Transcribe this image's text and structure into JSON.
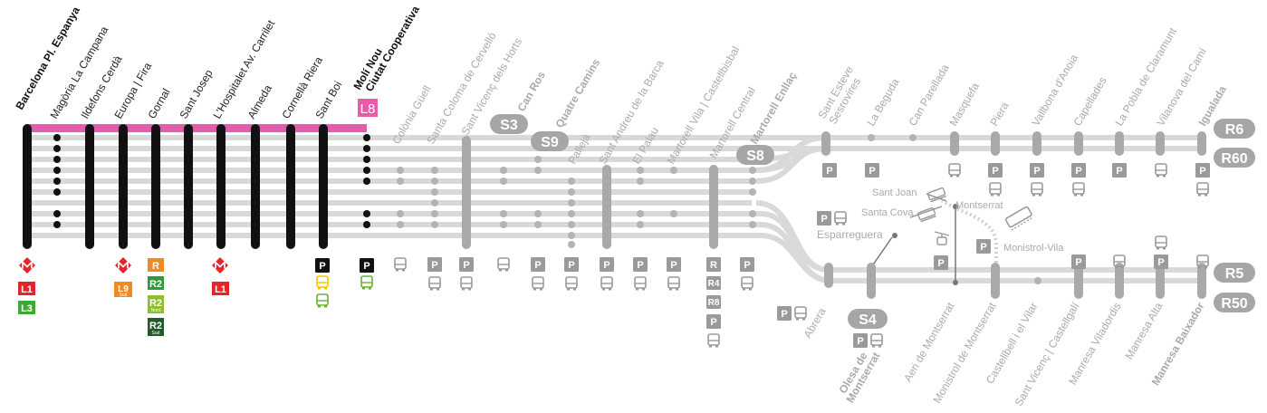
{
  "colors": {
    "track": "#d9d9d9",
    "bar_black": "#111111",
    "bar_grey": "#a9a9a9",
    "l8_pink": "#e65cad",
    "dot_grey": "#b3b3b3",
    "icon_grey": "#9a9a9a",
    "metro_red": "#e3242b",
    "l1_red": "#e3242b",
    "l3_green": "#3aaa35",
    "l9_orange": "#f08a24",
    "r_orange": "#f08a24",
    "r2_green": "#2e9a3a",
    "r2n_lime": "#8bbf2e",
    "r2s_dark": "#245a2a",
    "bus_yellow": "#f5c400",
    "bus_green": "#6ab02e"
  },
  "stations": {
    "s1": "Barcelona Pl. Espanya",
    "s2": "Magòria La Campana",
    "s3": "Ildefons Cerdà",
    "s4": "Europa | Fira",
    "s5": "Gornal",
    "s6": "Sant Josep",
    "s7": "L'Hospitalet Av. Carrilet",
    "s8": "Almeda",
    "s9": "Cornellà Riera",
    "s10": "Sant Boi",
    "s11_a": "Molí Nou",
    "s11_b": "Ciutat Cooperativa",
    "s12": "Colònia Güell",
    "s13": "Santa Coloma de Cervelló",
    "s14": "Sant Vicenç dels Horts",
    "s15": "Can Ros",
    "s16": "Quatre Camins",
    "s17": "Pallejà",
    "s18": "Sant Andreu de la Barca",
    "s19": "El Palau",
    "s20": "Martorell Vila | Castellbisbal",
    "s21": "Martorell Central",
    "s22": "Martorell Enllaç",
    "s23_a": "Sant Esteve",
    "s23_b": "Sesrovires",
    "s24": "La Beguda",
    "s25": "Can Parellada",
    "s26": "Masquefa",
    "s27": "Piera",
    "s28": "Vallbona d'Anoia",
    "s29": "Capellades",
    "s30": "La Pobla de Claramunt",
    "s31": "Vilanova del Camí",
    "s32": "Igualada",
    "s33": "Abrera",
    "s34_a": "Olesa de",
    "s34_b": "Montserrat",
    "s35": "Aeri de Montserrat",
    "s36": "Monistrol de Montserrat",
    "s37": "Castellbell i el Vilar",
    "s38": "Sant Vicenç | Castellgalí",
    "s39": "Manresa Viladordis",
    "s40": "Manresa Alta",
    "s41": "Manresa Baixador",
    "esparreguera": "Esparreguera",
    "sant_joan": "Sant Joan",
    "santa_cova": "Santa Cova",
    "montserrat": "Montserrat",
    "monistrol_vila": "Monistrol-Vila"
  },
  "services": {
    "L8": "L8",
    "S3": "S3",
    "S9": "S9",
    "S8": "S8",
    "S4": "S4",
    "R6": "R6",
    "R60": "R60",
    "R5": "R5",
    "R50": "R50"
  },
  "connections": {
    "L1": "L1",
    "L3": "L3",
    "L9": "L9",
    "L9_sub": "Sud",
    "R": "R",
    "R2": "R2",
    "R2_nord": "Nord",
    "R2_sud": "Sud",
    "R4": "R4",
    "R8": "R8",
    "P": "P",
    "M": "M"
  }
}
